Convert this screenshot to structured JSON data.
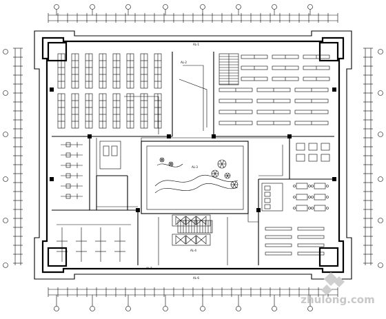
{
  "drawing": {
    "labels": {
      "top_center": "AL-1",
      "upper_mid": "AL-2",
      "center_hall": "AL-3",
      "lower_mid": "AL-4",
      "bottom_left": "AL-5",
      "bottom_center": "AL-6"
    },
    "watermark": {
      "text": "zhulong.com"
    }
  }
}
